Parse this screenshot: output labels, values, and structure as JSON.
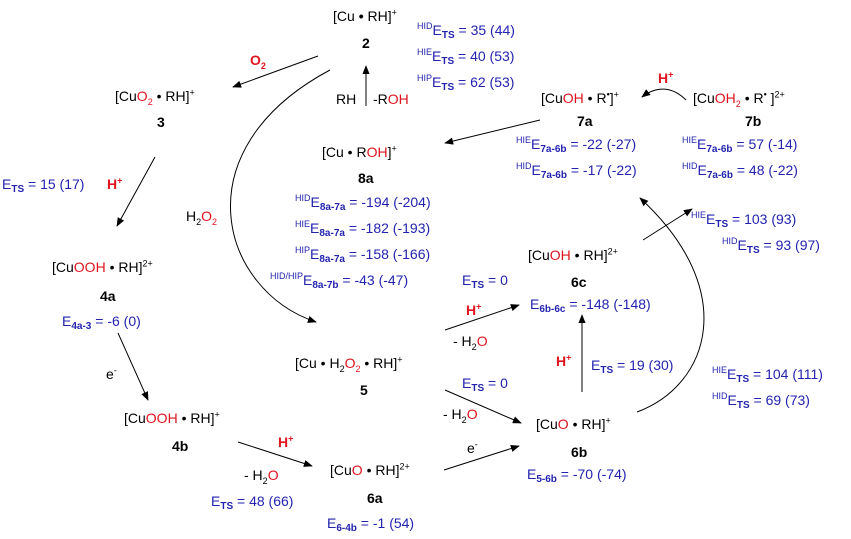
{
  "species": {
    "s2": {
      "open": "[Cu ",
      "dot": "•",
      "mid": " RH]",
      "charge": "+",
      "label": "2"
    },
    "s3": {
      "a": "[Cu",
      "o": "O",
      "sub": "2",
      "dot": " • ",
      "b": "RH]",
      "charge": "+",
      "label": "3"
    },
    "s4a": {
      "a": "[Cu",
      "ooh": "OOH",
      "dot": " • ",
      "b": "RH]",
      "charge": "2+",
      "label": "4a"
    },
    "s4b": {
      "a": "[Cu",
      "ooh": "OOH",
      "dot": " • ",
      "b": "RH]",
      "charge": "+",
      "label": "4b"
    },
    "s5": {
      "a": "[Cu • H",
      "sub1": "2",
      "o": "O",
      "sub2": "2",
      "b": " • RH]",
      "charge": "+",
      "label": "5"
    },
    "s6a": {
      "a": "[Cu",
      "o": "O",
      "b": " • RH]",
      "charge": "2+",
      "label": "6a"
    },
    "s6b": {
      "a": "[Cu",
      "o": "O",
      "b": " • RH]",
      "charge": "+",
      "label": "6b"
    },
    "s6c": {
      "a": "[Cu",
      "oh": "OH",
      "b": " • RH]",
      "charge": "2+",
      "label": "6c"
    },
    "s7a": {
      "a": "[Cu",
      "oh": "OH",
      "b": " • R",
      "rad": "•",
      "c": "]",
      "charge": "+",
      "label": "7a"
    },
    "s7b": {
      "a": "[Cu",
      "oh": "OH",
      "sub": "2",
      "b": " • R",
      "rad": "•",
      "c": " ]",
      "charge": "2+",
      "label": "7b"
    },
    "s8a": {
      "a": "[Cu • R",
      "oh": "OH",
      "b": "]",
      "charge": "+",
      "label": "8a"
    }
  },
  "reagents": {
    "o2": {
      "a": "O",
      "sub": "2"
    },
    "h2o2": {
      "a": "H",
      "sub1": "2",
      "b": "O",
      "sub2": "2"
    },
    "rh": "RH",
    "roh": {
      "a": "-R",
      "o": "OH"
    },
    "h_plus": {
      "a": "H",
      "sup": "+"
    },
    "e_minus": {
      "a": "e",
      "sup": "-"
    },
    "water": {
      "a": "- H",
      "sub": "2",
      "o": "O"
    }
  },
  "energies": {
    "ts_3_4a": {
      "e": "E",
      "sub": "TS",
      "val": " = 15 (17)"
    },
    "e_4a_3": {
      "e": "E",
      "sub": "4a-3",
      "val": " = -6 (0)"
    },
    "ts_4b_6a": {
      "e": "E",
      "sub": "TS",
      "val": " = 48 (66)"
    },
    "e_6_4b": {
      "e": "E",
      "sub": "6-4b",
      "val": " = -1 (54)"
    },
    "ts_5_6c": {
      "e": "E",
      "sub": "TS",
      "val": " = 0"
    },
    "e_6b_6c": {
      "e": "E",
      "sub": "6b-6c",
      "val": " = -148 (-148)"
    },
    "ts_5_6b": {
      "e": "E",
      "sub": "TS",
      "val": " = 0"
    },
    "ts_6b_6c": {
      "e": "E",
      "sub": "TS",
      "val": " = 19 (30)"
    },
    "e_5_6b": {
      "e": "E",
      "sub": "5-6b",
      "val": " = -70 (-74)"
    },
    "ts2_hid": {
      "pre": "HID",
      "e": "E",
      "sub": "TS",
      "val": " = 35 (44)"
    },
    "ts2_hie": {
      "pre": "HIE",
      "e": "E",
      "sub": "TS",
      "val": " = 40 (53)"
    },
    "ts2_hip": {
      "pre": "HIP",
      "e": "E",
      "sub": "TS",
      "val": " = 62 (53)"
    },
    "e8_hid": {
      "pre": "HID",
      "e": "E",
      "sub": "8a-7a",
      "val": " = -194 (-204)"
    },
    "e8_hie": {
      "pre": "HIE",
      "e": "E",
      "sub": "8a-7a",
      "val": " = -182 (-193)"
    },
    "e8_hip": {
      "pre": "HIP",
      "e": "E",
      "sub": "8a-7a",
      "val": " = -158 (-166)"
    },
    "e8_hidhip": {
      "pre": "HID/HIP",
      "e": "E",
      "sub": "8a-7b",
      "val": " = -43 (-47)"
    },
    "e7a_hie": {
      "pre": "HIE",
      "e": "E",
      "sub": "7a-6b",
      "val": " = -22 (-27)"
    },
    "e7a_hid": {
      "pre": "HID",
      "e": "E",
      "sub": "7a-6b",
      "val": " = -17 (-22)"
    },
    "e7b_hie": {
      "pre": "HIE",
      "e": "E",
      "sub": "7a-6b",
      "val": " = 57 (-14)"
    },
    "e7b_hid": {
      "pre": "HID",
      "e": "E",
      "sub": "7a-6b",
      "val": " = 48 (-22)"
    },
    "ts6c_hie": {
      "pre": "HIE",
      "e": "E",
      "sub": "TS",
      "val": " = 103 (93)"
    },
    "ts6c_hid": {
      "pre": "HID",
      "e": "E",
      "sub": "TS",
      "val": " = 93 (97)"
    },
    "ts6b_hie": {
      "pre": "HIE",
      "e": "E",
      "sub": "TS",
      "val": " = 104 (111)"
    },
    "ts6b_hid": {
      "pre": "HID",
      "e": "E",
      "sub": "TS",
      "val": " = 69 (73)"
    }
  },
  "colors": {
    "energy_text": "#2323b0",
    "highlight": "#e0141e",
    "ink": "#000000"
  }
}
